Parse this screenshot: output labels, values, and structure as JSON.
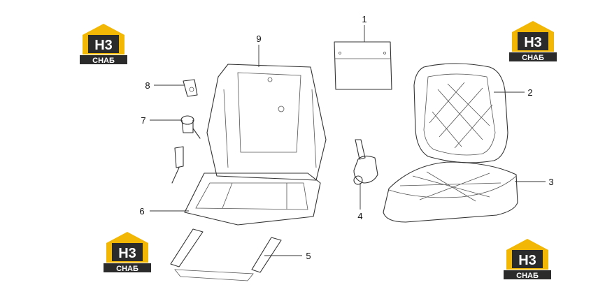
{
  "logo": {
    "mark": "H3",
    "text": "СНАБ",
    "colors": {
      "gold": "#F2B705",
      "dark": "#2b2b2b",
      "white": "#ffffff"
    }
  },
  "callouts": [
    {
      "id": "1",
      "label": "1"
    },
    {
      "id": "2",
      "label": "2"
    },
    {
      "id": "3",
      "label": "3"
    },
    {
      "id": "4",
      "label": "4"
    },
    {
      "id": "5",
      "label": "5"
    },
    {
      "id": "6",
      "label": "6"
    },
    {
      "id": "7",
      "label": "7"
    },
    {
      "id": "8",
      "label": "8"
    },
    {
      "id": "9",
      "label": "9"
    }
  ]
}
